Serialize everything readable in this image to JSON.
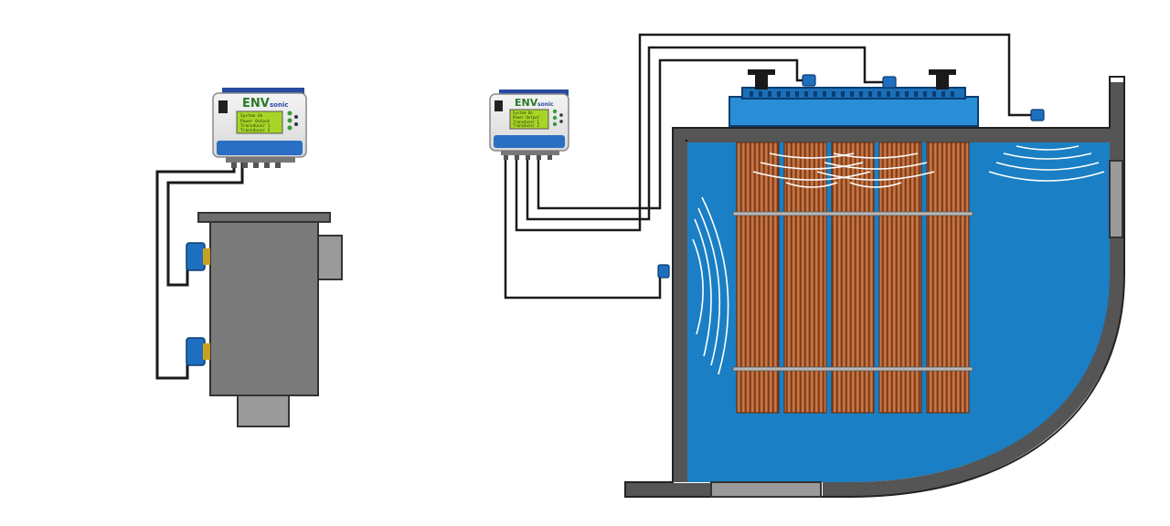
{
  "controller_left": {
    "brand": "ENV",
    "brand_suffix": "sonic",
    "lcd_lines": [
      "System On",
      "Power Output",
      "Transducer 1",
      "Transducer 2"
    ]
  },
  "controller_right": {
    "brand": "ENV",
    "brand_suffix": "sonic",
    "lcd_lines": [
      "System On",
      "Power Output",
      "Transducer 1",
      "Transducer 2"
    ]
  },
  "colors": {
    "wire": "#1a1a1a",
    "tank_wall": "#555555",
    "water": "#1a7fc4",
    "plate": "#a0522d",
    "transducer": "#1e6fbf",
    "housing": "#6e6e6e",
    "grey_light": "#9a9a9a"
  }
}
